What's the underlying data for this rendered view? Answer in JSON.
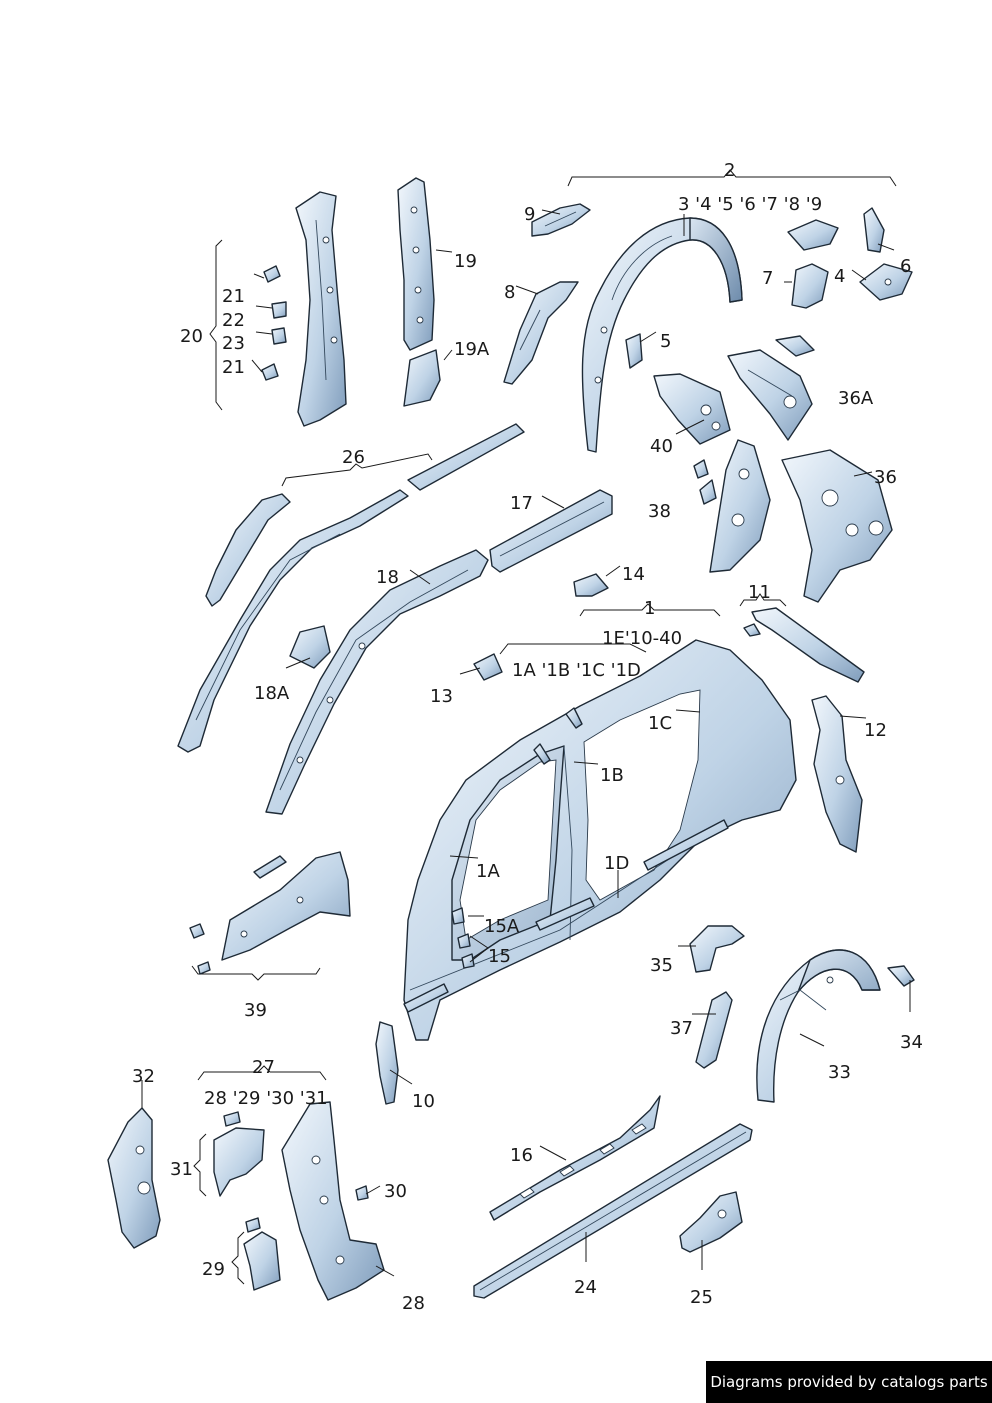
{
  "labels": {
    "l2": "2",
    "l3to9": "3 '4 '5 '6 '7 '8 '9",
    "l9": "9",
    "l8": "8",
    "l7": "7",
    "l4": "4",
    "l6": "6",
    "l5": "5",
    "l19": "19",
    "l19a": "19A",
    "l20": "20",
    "l21a": "21",
    "l22": "22",
    "l23": "23",
    "l21b": "21",
    "l36a": "36A",
    "l40": "40",
    "l36": "36",
    "l38": "38",
    "l26": "26",
    "l17": "17",
    "l14": "14",
    "l18": "18",
    "l1": "1",
    "l11": "11",
    "l1e": "1E'10-40",
    "l1abcd": "1A '1B '1C '1D",
    "l13": "13",
    "l18a": "18A",
    "l1c": "1C",
    "l12": "12",
    "l1b": "1B",
    "l1a": "1A",
    "l1d": "1D",
    "l15a": "15A",
    "l15": "15",
    "l39": "39",
    "l35": "35",
    "l34": "34",
    "l37": "37",
    "l33": "33",
    "l27": "27",
    "l32": "32",
    "l28to31": "28 '29 '30 '31",
    "l10": "10",
    "l31": "31",
    "l30": "30",
    "l16": "16",
    "l29": "29",
    "l24": "24",
    "l25": "25",
    "l28": "28"
  },
  "footer": {
    "credit": "Diagrams provided by catalogs parts"
  },
  "colors": {
    "part_light": "#eef4fa",
    "part_mid": "#b9cfe4",
    "part_dark": "#7f9cbb",
    "outline": "#1e2a36"
  }
}
